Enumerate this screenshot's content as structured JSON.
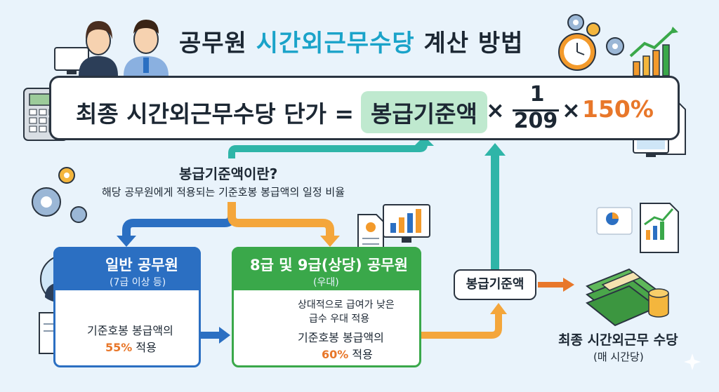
{
  "title": {
    "part1": "공무원 ",
    "part2": "시간외근무수당",
    "part3": " 계산 방법"
  },
  "formula": {
    "left": "최종 시간외근무수당 단가 =",
    "base": "봉급기준액",
    "times": "×",
    "numerator": "1",
    "denominator": "209",
    "percent": "150%"
  },
  "question": {
    "title": "봉급기준액이란?",
    "desc": "해당 공무원에게 적용되는 기준호봉 봉급액의 일정 비율"
  },
  "general": {
    "title": "일반 공무원",
    "sub": "(7급 이상 등)",
    "line1": "기준호봉 봉급액의",
    "pct": "55%",
    "suffix": " 적용"
  },
  "special": {
    "title": "8급 및 9급(상당) 공무원",
    "sub": "(우대)",
    "line1": "상대적으로 급여가 낮은",
    "line2": "급수 우대 적용",
    "line3": "기준호봉 봉급액의",
    "pct": "60%",
    "suffix": " 적용"
  },
  "pill": "봉급기준액",
  "final": {
    "title": "최종 시간외근무 수당",
    "sub": "(매 시간당)"
  },
  "colors": {
    "accent_teal": "#1aa3c9",
    "orange": "#e8772a",
    "blue": "#2b6fc2",
    "green": "#3aa84a",
    "arrow_teal": "#2fb5a8"
  }
}
